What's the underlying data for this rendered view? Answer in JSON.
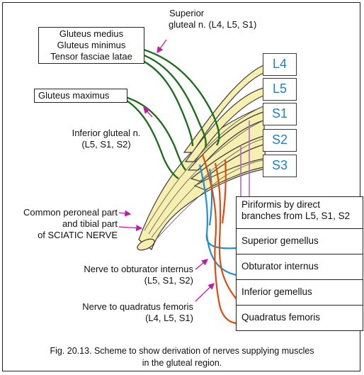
{
  "labels": {
    "superior_gluteal_line1": "Superior",
    "superior_gluteal_line2": "gluteal n. (L4, L5, S1)",
    "gmed_line1": "Gluteus medius",
    "gmed_line2": "Gluteus minimus",
    "gmed_line3": "Tensor fasciae latae",
    "gluteus_maximus": "Gluteus maximus",
    "inferior_gluteal_line1": "Inferior gluteal n.",
    "inferior_gluteal_line2": "(L5, S1, S2)",
    "sciatic_line1": "Common peroneal part",
    "sciatic_line2": "and tibial part",
    "sciatic_line3": "of SCIATIC NERVE",
    "obturator_nerve_line1": "Nerve to obturator internus",
    "obturator_nerve_line2": "(L5, S1, S2)",
    "quadratus_nerve_line1": "Nerve to quadratus femoris",
    "quadratus_nerve_line2": "(L4, L5, S1)"
  },
  "roots": [
    "L4",
    "L5",
    "S1",
    "S2",
    "S3"
  ],
  "muscles": {
    "piriformis_line1": "Piriformis by direct",
    "piriformis_line2": "branches from L5, S1, S2",
    "superior_gemellus": "Superior gemellus",
    "obturator_internus": "Obturator internus",
    "inferior_gemellus": "Inferior gemellus",
    "quadratus_femoris": "Quadratus femoris"
  },
  "caption": {
    "line1": "Fig. 20.13. Scheme to show derivation of nerves supplying muscles",
    "line2": "in the gluteal region."
  },
  "colors": {
    "nerve_fill": "#f6efb0",
    "nerve_outline": "#3a3a3a",
    "superior_gluteal_branch": "#1f6e1f",
    "inferior_gluteal_branch": "#1f6e1f",
    "obturator_branch": "#1f8fd6",
    "quadratus_branch": "#e04a10",
    "pointer_arrow": "#c21aa8",
    "root_label_text": "#1e7fc6"
  }
}
